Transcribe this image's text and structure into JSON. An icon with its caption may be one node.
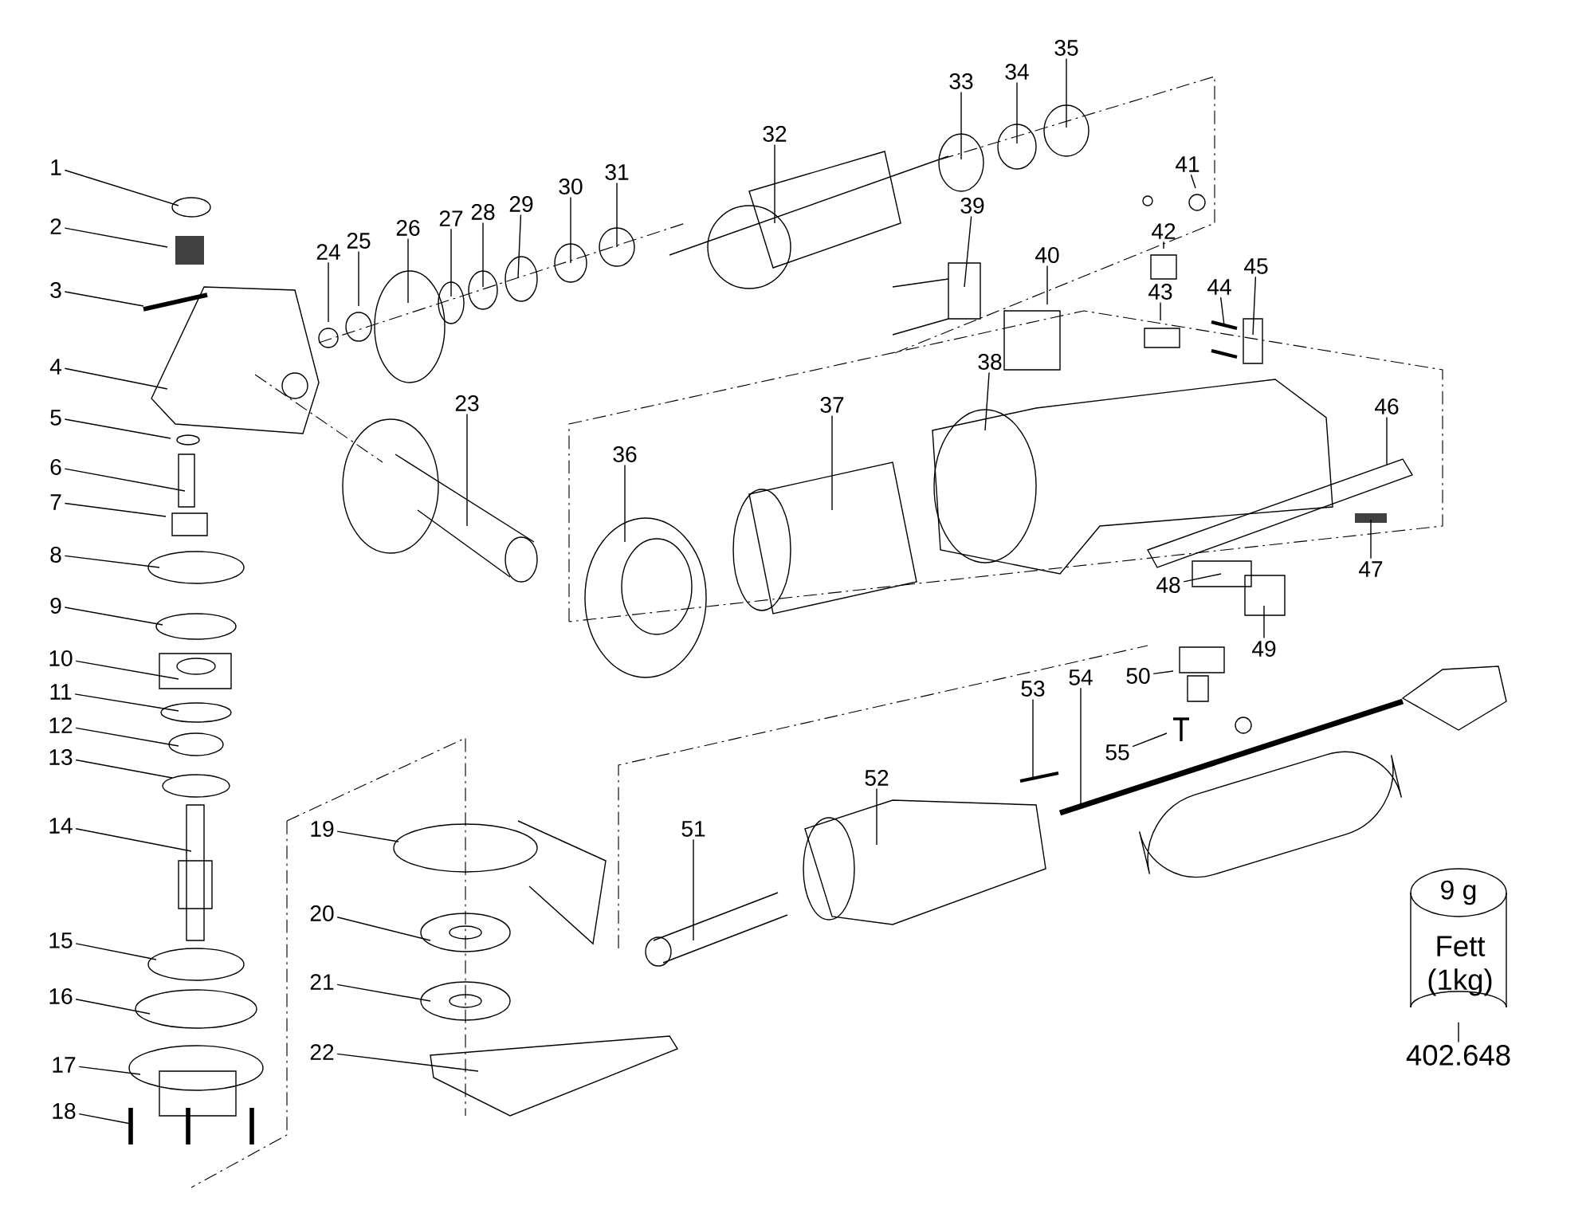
{
  "diagram": {
    "nodes": [
      {
        "text": [
          "1"
        ]
      },
      {
        "text": [
          "2"
        ]
      },
      {
        "text": [
          "3"
        ]
      },
      {
        "text": [
          "4"
        ]
      },
      {
        "text": [
          "5"
        ]
      },
      {
        "text": [
          "6"
        ]
      },
      {
        "text": [
          "7"
        ]
      },
      {
        "text": [
          "8"
        ]
      },
      {
        "text": [
          "9"
        ]
      },
      {
        "text": [
          "10"
        ]
      },
      {
        "text": [
          "11"
        ]
      },
      {
        "text": [
          "12"
        ]
      },
      {
        "text": [
          "13"
        ]
      },
      {
        "text": [
          "14"
        ]
      },
      {
        "text": [
          "15"
        ]
      },
      {
        "text": [
          "16"
        ]
      },
      {
        "text": [
          "17"
        ]
      },
      {
        "text": [
          "18"
        ]
      },
      {
        "text": [
          "19"
        ]
      },
      {
        "text": [
          "20"
        ]
      },
      {
        "text": [
          "21"
        ]
      },
      {
        "text": [
          "22"
        ]
      },
      {
        "text": [
          "23"
        ]
      },
      {
        "text": [
          "24"
        ]
      },
      {
        "text": [
          "25"
        ]
      },
      {
        "text": [
          "26"
        ]
      },
      {
        "text": [
          "27"
        ]
      },
      {
        "text": [
          "28"
        ]
      },
      {
        "text": [
          "29"
        ]
      },
      {
        "text": [
          "30"
        ]
      },
      {
        "text": [
          "31"
        ]
      },
      {
        "text": [
          "32"
        ]
      },
      {
        "text": [
          "33"
        ]
      },
      {
        "text": [
          "34"
        ]
      },
      {
        "text": [
          "35"
        ]
      },
      {
        "text": [
          "36"
        ]
      },
      {
        "text": [
          "37"
        ]
      },
      {
        "text": [
          "38"
        ]
      },
      {
        "text": [
          "39"
        ]
      },
      {
        "text": [
          "40"
        ]
      },
      {
        "text": [
          "41"
        ]
      },
      {
        "text": [
          "42"
        ]
      },
      {
        "text": [
          "43"
        ]
      },
      {
        "text": [
          "44"
        ]
      },
      {
        "text": [
          "45"
        ]
      },
      {
        "text": [
          "46"
        ]
      },
      {
        "text": [
          "47"
        ]
      },
      {
        "text": [
          "48"
        ]
      },
      {
        "text": [
          "49"
        ]
      },
      {
        "text": [
          "50"
        ]
      },
      {
        "text": [
          "51"
        ]
      },
      {
        "text": [
          "52"
        ]
      },
      {
        "text": [
          "53"
        ]
      },
      {
        "text": [
          "54"
        ]
      },
      {
        "text": [
          "55"
        ]
      },
      {
        "text": [
          "9 g",
          "Fett (1kg)"
        ]
      },
      {
        "text": [
          "402.648"
        ]
      }
    ],
    "edges": [
      {
        "from": 0,
        "to": null,
        "arrow": "none"
      },
      {
        "from": 1,
        "to": null,
        "arrow": "none"
      },
      {
        "from": 2,
        "to": null,
        "arrow": "none"
      },
      {
        "from": 3,
        "to": null,
        "arrow": "none"
      },
      {
        "from": 4,
        "to": null,
        "arrow": "none"
      },
      {
        "from": 5,
        "to": null,
        "arrow": "none"
      },
      {
        "from": 6,
        "to": null,
        "arrow": "none"
      },
      {
        "from": 7,
        "to": null,
        "arrow": "none"
      },
      {
        "from": 8,
        "to": null,
        "arrow": "none"
      },
      {
        "from": 9,
        "to": null,
        "arrow": "none"
      },
      {
        "from": 10,
        "to": null,
        "arrow": "none"
      },
      {
        "from": 11,
        "to": null,
        "arrow": "none"
      },
      {
        "from": 12,
        "to": null,
        "arrow": "none"
      },
      {
        "from": 13,
        "to": null,
        "arrow": "none"
      },
      {
        "from": 14,
        "to": null,
        "arrow": "none"
      },
      {
        "from": 15,
        "to": null,
        "arrow": "none"
      },
      {
        "from": 16,
        "to": null,
        "arrow": "none"
      },
      {
        "from": 17,
        "to": null,
        "arrow": "none"
      },
      {
        "from": 18,
        "to": null,
        "arrow": "none"
      },
      {
        "from": 19,
        "to": null,
        "arrow": "none"
      },
      {
        "from": 20,
        "to": null,
        "arrow": "none"
      },
      {
        "from": 21,
        "to": null,
        "arrow": "none"
      },
      {
        "from": 22,
        "to": null,
        "arrow": "none"
      },
      {
        "from": 23,
        "to": null,
        "arrow": "none"
      },
      {
        "from": 24,
        "to": null,
        "arrow": "none"
      },
      {
        "from": 25,
        "to": null,
        "arrow": "none"
      },
      {
        "from": 26,
        "to": null,
        "arrow": "none"
      },
      {
        "from": 27,
        "to": null,
        "arrow": "none"
      },
      {
        "from": 28,
        "to": null,
        "arrow": "none"
      },
      {
        "from": 29,
        "to": null,
        "arrow": "none"
      },
      {
        "from": 30,
        "to": null,
        "arrow": "none"
      },
      {
        "from": 31,
        "to": null,
        "arrow": "none"
      },
      {
        "from": 32,
        "to": null,
        "arrow": "none"
      },
      {
        "from": 33,
        "to": null,
        "arrow": "none"
      },
      {
        "from": 34,
        "to": null,
        "arrow": "none"
      },
      {
        "from": 35,
        "to": null,
        "arrow": "none"
      },
      {
        "from": 36,
        "to": null,
        "arrow": "none"
      },
      {
        "from": 37,
        "to": null,
        "arrow": "none"
      },
      {
        "from": 38,
        "to": null,
        "arrow": "none"
      },
      {
        "from": 39,
        "to": null,
        "arrow": "none"
      },
      {
        "from": 40,
        "to": null,
        "arrow": "none"
      },
      {
        "from": 41,
        "to": null,
        "arrow": "none"
      },
      {
        "from": 42,
        "to": null,
        "arrow": "none"
      },
      {
        "from": 43,
        "to": null,
        "arrow": "none"
      },
      {
        "from": 44,
        "to": null,
        "arrow": "none"
      },
      {
        "from": 45,
        "to": null,
        "arrow": "none"
      },
      {
        "from": 46,
        "to": null,
        "arrow": "none"
      },
      {
        "from": 47,
        "to": null,
        "arrow": "none"
      },
      {
        "from": 48,
        "to": null,
        "arrow": "none"
      },
      {
        "from": 49,
        "to": null,
        "arrow": "none"
      },
      {
        "from": 50,
        "to": null,
        "arrow": "none"
      },
      {
        "from": 51,
        "to": null,
        "arrow": "none"
      },
      {
        "from": 52,
        "to": null,
        "arrow": "none"
      },
      {
        "from": 53,
        "to": null,
        "arrow": "none"
      },
      {
        "from": 54,
        "to": null,
        "arrow": "none"
      },
      {
        "from": 56,
        "to": 55,
        "arrow": "none"
      }
    ]
  }
}
